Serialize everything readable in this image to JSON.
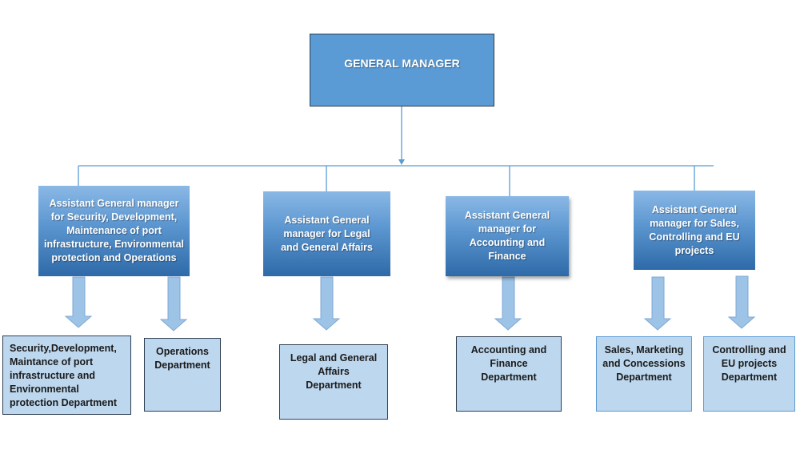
{
  "general_manager": {
    "title": "GENERAL MANAGER"
  },
  "assistants": [
    {
      "label": "Assistant General manager for Security, Development, Maintenance of port infrastructure, Environmental protection and Operations"
    },
    {
      "label": "Assistant General manager for Legal and General Affairs"
    },
    {
      "label": "Assistant General manager for Accounting and Finance"
    },
    {
      "label": "Assistant General manager for Sales, Controlling and EU projects"
    }
  ],
  "departments": [
    {
      "label": "Security,Development, Maintance of port infrastructure and Environmental protection Department"
    },
    {
      "label": "Operations Department"
    },
    {
      "label": "Legal and General Affairs Department"
    },
    {
      "label": "Accounting and Finance Department"
    },
    {
      "label": "Sales, Marketing and Concessions Department"
    },
    {
      "label": "Controlling and EU projects Department"
    }
  ],
  "colors": {
    "gm_fill": "#5b9bd5",
    "assistant_gradient_top": "#8ab8e6",
    "assistant_gradient_bottom": "#2e6aa8",
    "department_fill": "#bdd7ee",
    "arrow_fill": "#9dc3e6",
    "connector_line": "#5b9bd5"
  }
}
